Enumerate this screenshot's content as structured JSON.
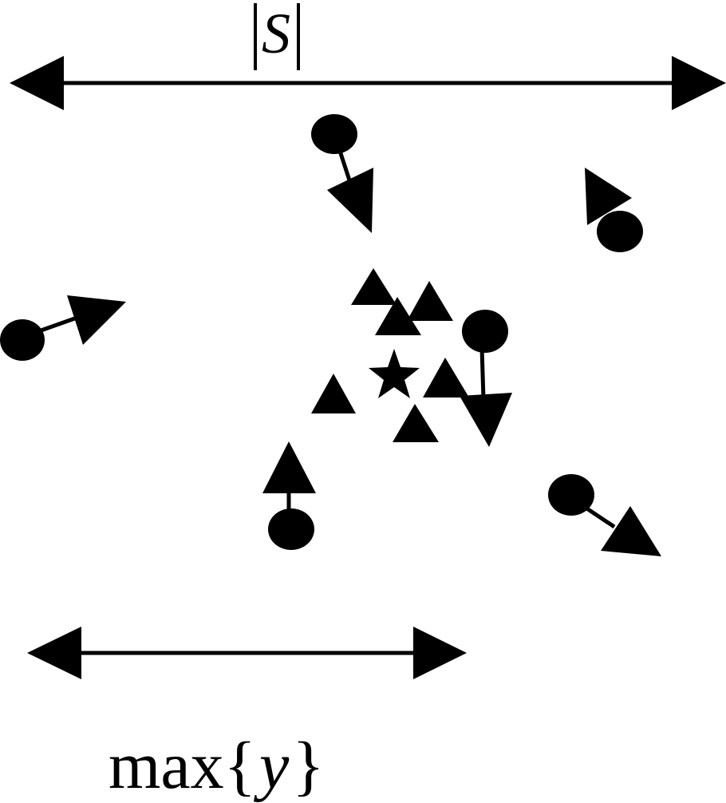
{
  "labels": {
    "top_bar": "|",
    "top_variable": "S",
    "bottom_func": "max",
    "bottom_open": "{",
    "bottom_variable": "y",
    "bottom_close": "}"
  },
  "colors": {
    "ink": "#000000",
    "background": "#ffffff"
  },
  "icons": {
    "particle": "filled-circle",
    "neighbor": "filled-triangle",
    "best": "filled-star",
    "velocity": "arrow"
  }
}
